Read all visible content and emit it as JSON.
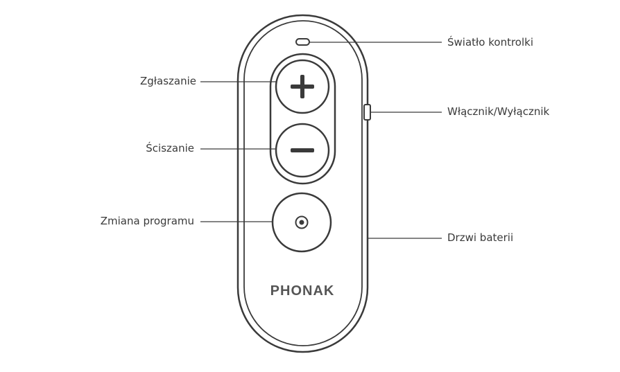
{
  "device": {
    "brand_logo": "PHONAK",
    "colors": {
      "outline": "#3a3a3a",
      "logo": "#555555",
      "background": "#ffffff"
    },
    "buttons": [
      {
        "symbol": "plus-icon"
      },
      {
        "symbol": "minus-icon"
      },
      {
        "symbol": "program-ring-icon"
      }
    ]
  },
  "labels": {
    "indicator_light": "Światło kontrolki",
    "power_switch": "Włącznik/Wyłącznik",
    "battery_door": "Drzwi baterii",
    "volume_up": "Zgłaszanie",
    "volume_down": "Ściszanie",
    "program_change": "Zmiana programu"
  }
}
